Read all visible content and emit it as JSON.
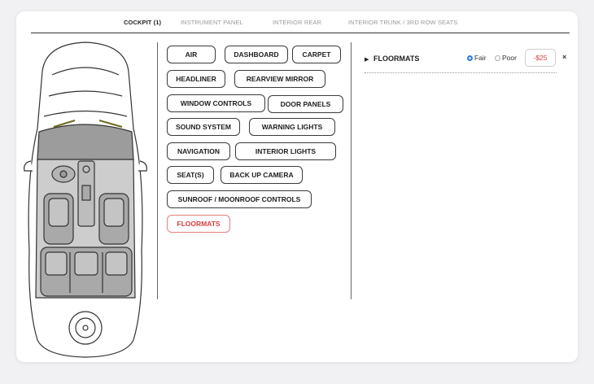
{
  "tabs": [
    {
      "label": "COCKPIT (1)",
      "active": true
    },
    {
      "label": "INSTRUMENT PANEL",
      "active": false
    },
    {
      "label": "INTERIOR REAR",
      "active": false
    },
    {
      "label": "INTERIOR TRUNK / 3RD ROW SEATS",
      "active": false
    }
  ],
  "items": [
    {
      "label": "AIR",
      "selected": false
    },
    {
      "label": "DASHBOARD",
      "selected": false
    },
    {
      "label": "CARPET",
      "selected": false
    },
    {
      "label": "HEADLINER",
      "selected": false
    },
    {
      "label": "REARVIEW MIRROR",
      "selected": false
    },
    {
      "label": "WINDOW CONTROLS",
      "selected": false
    },
    {
      "label": "DOOR PANELS",
      "selected": false
    },
    {
      "label": "SOUND SYSTEM",
      "selected": false
    },
    {
      "label": "WARNING LIGHTS",
      "selected": false
    },
    {
      "label": "NAVIGATION",
      "selected": false
    },
    {
      "label": "INTERIOR LIGHTS",
      "selected": false
    },
    {
      "label": "SEAT(S)",
      "selected": false
    },
    {
      "label": "BACK UP CAMERA",
      "selected": false
    },
    {
      "label": "SUNROOF / MOONROOF CONTROLS",
      "selected": false
    },
    {
      "label": "FLOORMATS",
      "selected": true
    }
  ],
  "detail": {
    "title": "FLOORMATS",
    "condition_options": [
      {
        "label": "Fair",
        "checked": true
      },
      {
        "label": "Poor",
        "checked": false
      }
    ],
    "price": "-$25",
    "remove_icon": "×"
  },
  "colors": {
    "selected_accent": "#d9403e",
    "radio_checked": "#2e7bdc"
  },
  "icons": {
    "expand": "triangle-right-icon",
    "remove": "close-icon"
  }
}
